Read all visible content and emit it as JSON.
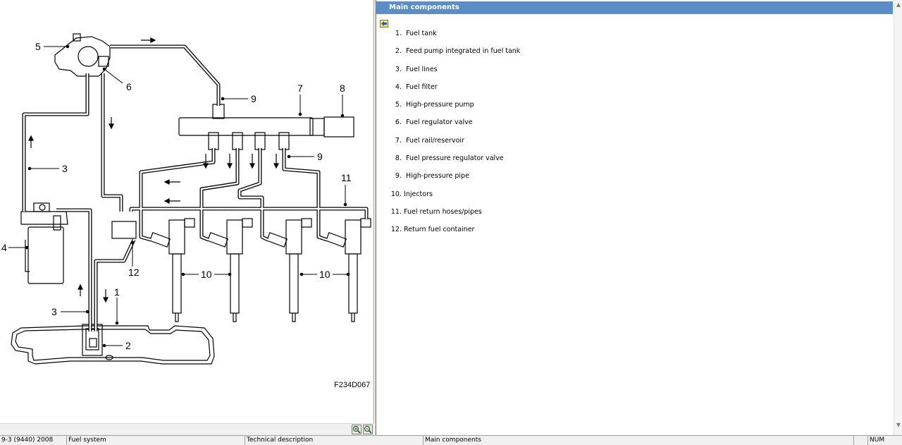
{
  "diagram": {
    "figure_code": "F234D067",
    "callouts": [
      "1",
      "2",
      "3",
      "3",
      "4",
      "5",
      "6",
      "7",
      "8",
      "9",
      "9",
      "10",
      "10",
      "11",
      "12"
    ]
  },
  "zoom": {
    "zoom_in_icon": "zoom-in-icon",
    "zoom_out_icon": "zoom-out-icon"
  },
  "panel": {
    "title": "Main components",
    "back_icon": "back-arrow-icon",
    "items": [
      {
        "num": "1.",
        "label": "Fuel tank"
      },
      {
        "num": "2.",
        "label": "Feed pump integrated in fuel tank"
      },
      {
        "num": "3.",
        "label": "Fuel lines"
      },
      {
        "num": "4.",
        "label": "Fuel filter"
      },
      {
        "num": "5.",
        "label": "High-pressure pump"
      },
      {
        "num": "6.",
        "label": "Fuel regulator valve"
      },
      {
        "num": "7.",
        "label": "Fuel rail/reservoir"
      },
      {
        "num": "8.",
        "label": "Fuel pressure regulator valve"
      },
      {
        "num": "9.",
        "label": "High-pressure pipe"
      },
      {
        "num": "10.",
        "label": "Injectors"
      },
      {
        "num": "11.",
        "label": "Fuel return hoses/pipes"
      },
      {
        "num": "12.",
        "label": "Return fuel container"
      }
    ]
  },
  "status_bar": {
    "model": "9-3 (9440) 2008",
    "system": "Fuel system",
    "doc_type": "Technical description",
    "section": "Main components",
    "empty": "",
    "numlock": "NUM"
  },
  "colors": {
    "header": "#5b8ec7",
    "status_bg": "#f0f0f0"
  }
}
